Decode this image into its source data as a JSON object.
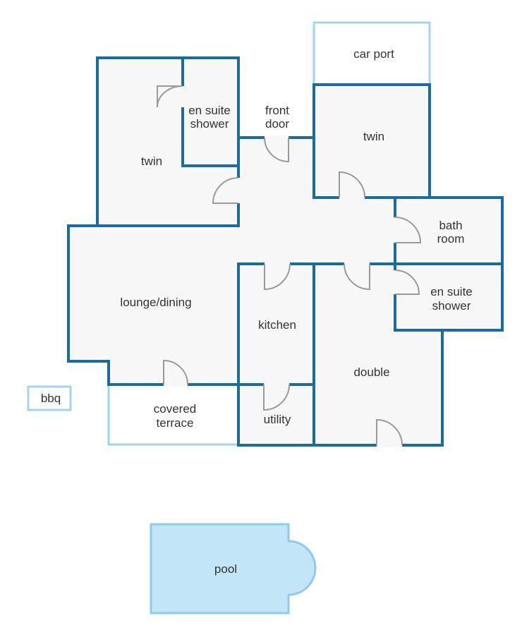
{
  "colors": {
    "wall": "#1a6ca0",
    "outdoor": "#9fd6ee",
    "floor": "#f7f7f7",
    "door": "#9a9a9a",
    "pool_fill": "#c3e5f8",
    "pool_stroke": "#8ccbec",
    "text": "#333333"
  },
  "rooms": {
    "car_port": "car port",
    "twin_left": "twin",
    "ensuite_left_line1": "en suite",
    "ensuite_left_line2": "shower",
    "front_door_line1": "front",
    "front_door_line2": "door",
    "twin_right": "twin",
    "bathroom_line1": "bath",
    "bathroom_line2": "room",
    "lounge": "lounge/dining",
    "kitchen": "kitchen",
    "ensuite_right_line1": "en suite",
    "ensuite_right_line2": "shower",
    "double": "double",
    "bbq": "bbq",
    "terrace_line1": "covered",
    "terrace_line2": "terrace",
    "utility": "utility",
    "pool": "pool"
  }
}
